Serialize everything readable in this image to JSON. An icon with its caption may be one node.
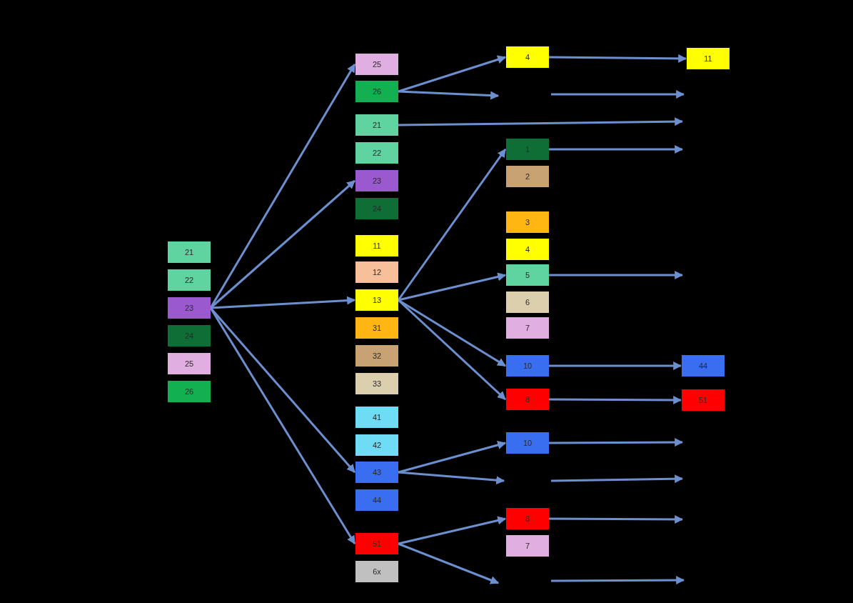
{
  "diagram": {
    "nodes": [
      {
        "text": [
          "21"
        ]
      },
      {
        "text": [
          "22"
        ]
      },
      {
        "text": [
          "23"
        ]
      },
      {
        "text": [
          "24"
        ]
      },
      {
        "text": [
          "25"
        ]
      },
      {
        "text": [
          "26"
        ]
      },
      {
        "text": [
          "25"
        ]
      },
      {
        "text": [
          "26"
        ]
      },
      {
        "text": [
          "21"
        ]
      },
      {
        "text": [
          "22"
        ]
      },
      {
        "text": [
          "23"
        ]
      },
      {
        "text": [
          "24"
        ]
      },
      {
        "text": [
          "11"
        ]
      },
      {
        "text": [
          "12"
        ]
      },
      {
        "text": [
          "13"
        ]
      },
      {
        "text": [
          "31"
        ]
      },
      {
        "text": [
          "32"
        ]
      },
      {
        "text": [
          "33"
        ]
      },
      {
        "text": [
          "41"
        ]
      },
      {
        "text": [
          "42"
        ]
      },
      {
        "text": [
          "43"
        ]
      },
      {
        "text": [
          "44"
        ]
      },
      {
        "text": [
          "51"
        ]
      },
      {
        "text": [
          "6x"
        ]
      },
      {
        "text": [
          "4"
        ]
      },
      {
        "text": [
          "1"
        ]
      },
      {
        "text": [
          "2"
        ]
      },
      {
        "text": [
          "3"
        ]
      },
      {
        "text": [
          "4"
        ]
      },
      {
        "text": [
          "5"
        ]
      },
      {
        "text": [
          "6"
        ]
      },
      {
        "text": [
          "7"
        ]
      },
      {
        "text": [
          "10"
        ]
      },
      {
        "text": [
          "8"
        ]
      },
      {
        "text": [
          "10"
        ]
      },
      {
        "text": [
          "8"
        ]
      },
      {
        "text": [
          "7"
        ]
      },
      {
        "text": [
          "11"
        ]
      },
      {
        "text": [
          "44"
        ]
      },
      {
        "text": [
          "51"
        ]
      }
    ],
    "edges": [
      {
        "from": 2,
        "to": 6,
        "arrow": "to"
      },
      {
        "from": 2,
        "to": 10,
        "arrow": "to"
      },
      {
        "from": 2,
        "to": 14,
        "arrow": "to"
      },
      {
        "from": 2,
        "to": 20,
        "arrow": "to"
      },
      {
        "from": 2,
        "to": 22,
        "arrow": "to"
      },
      {
        "from": 7,
        "to": 24,
        "arrow": "to"
      },
      {
        "from": 7,
        "to": null,
        "arrow": "to"
      },
      {
        "from": 8,
        "to": null,
        "arrow": "to"
      },
      {
        "from": 24,
        "to": 37,
        "arrow": "to"
      },
      {
        "from": 25,
        "to": null,
        "arrow": "to"
      },
      {
        "from": 14,
        "to": 25,
        "arrow": "to"
      },
      {
        "from": 14,
        "to": 29,
        "arrow": "to"
      },
      {
        "from": 14,
        "to": 32,
        "arrow": "to"
      },
      {
        "from": 14,
        "to": 33,
        "arrow": "to"
      },
      {
        "from": 29,
        "to": null,
        "arrow": "to"
      },
      {
        "from": 32,
        "to": 38,
        "arrow": "to"
      },
      {
        "from": 33,
        "to": 39,
        "arrow": "to"
      },
      {
        "from": 20,
        "to": 34,
        "arrow": "to"
      },
      {
        "from": 20,
        "to": null,
        "arrow": "to"
      },
      {
        "from": 34,
        "to": null,
        "arrow": "to"
      },
      {
        "from": 22,
        "to": 35,
        "arrow": "to"
      },
      {
        "from": 22,
        "to": null,
        "arrow": "to"
      },
      {
        "from": 35,
        "to": null,
        "arrow": "to"
      }
    ]
  }
}
